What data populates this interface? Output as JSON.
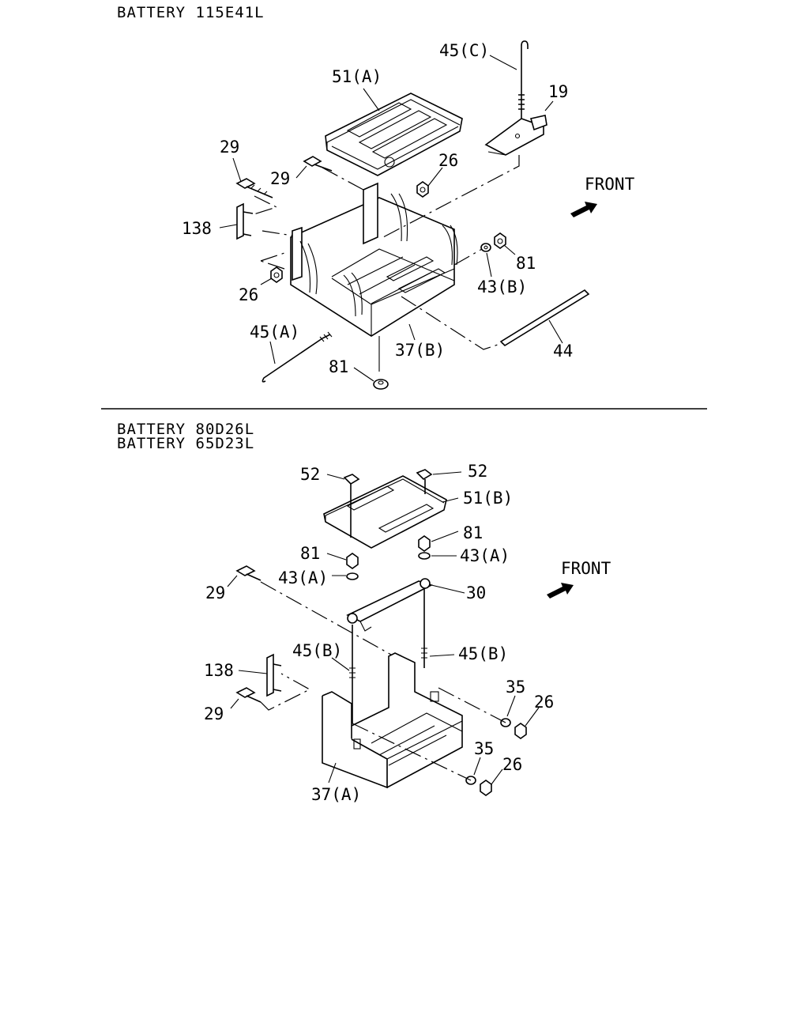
{
  "sections": [
    {
      "header_lines": [
        "BATTERY 115E41L"
      ],
      "front_label": "FRONT",
      "labels": [
        "45(C)",
        "51(A)",
        "19",
        "29",
        "29",
        "26",
        "138",
        "26",
        "81",
        "43(B)",
        "45(A)",
        "37(B)",
        "44",
        "81"
      ]
    },
    {
      "header_lines": [
        "BATTERY 80D26L",
        "BATTERY 65D23L"
      ],
      "front_label": "FRONT",
      "labels": [
        "52",
        "52",
        "51(B)",
        "81",
        "81",
        "43(A)",
        "43(A)",
        "29",
        "30",
        "45(B)",
        "45(B)",
        "138",
        "35",
        "26",
        "29",
        "35",
        "26",
        "37(A)"
      ]
    }
  ]
}
